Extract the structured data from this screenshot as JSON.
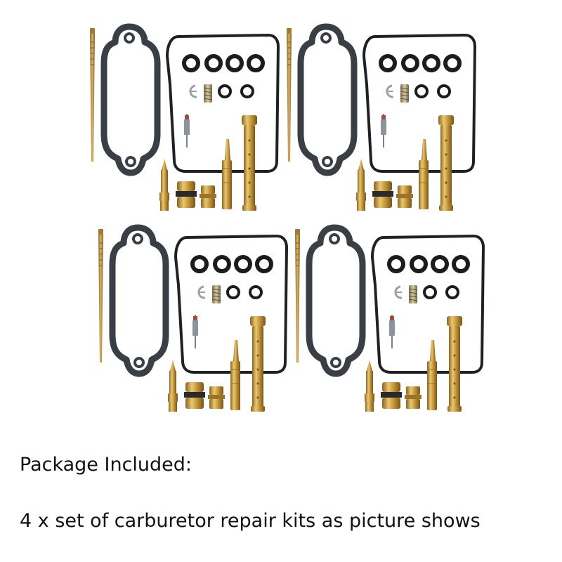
{
  "caption": {
    "heading": "Package Included:",
    "body": "4 x set of carburetor repair kits as picture shows"
  },
  "kit_count": 4,
  "colors": {
    "gasket": "#3a3f46",
    "gasket_edge": "#23272c",
    "o_ring": "#1c1c1c",
    "brass": "#c99a3c",
    "brass_light": "#e8c873",
    "brass_dark": "#8a6420",
    "spring": "#b0a27a",
    "clip": "#9aa0a6"
  },
  "icons": {
    "needle": "jet-needle-icon",
    "float_bowl_gasket": "float-bowl-gasket-icon",
    "top_gasket": "carburetor-gasket-icon",
    "o_ring": "o-ring-icon",
    "clip": "e-clip-icon",
    "spring": "spring-icon",
    "float_valve": "float-valve-icon",
    "pilot_screw": "pilot-screw-icon",
    "jet": "brass-jet-icon",
    "emulsion_tube": "emulsion-tube-icon"
  }
}
